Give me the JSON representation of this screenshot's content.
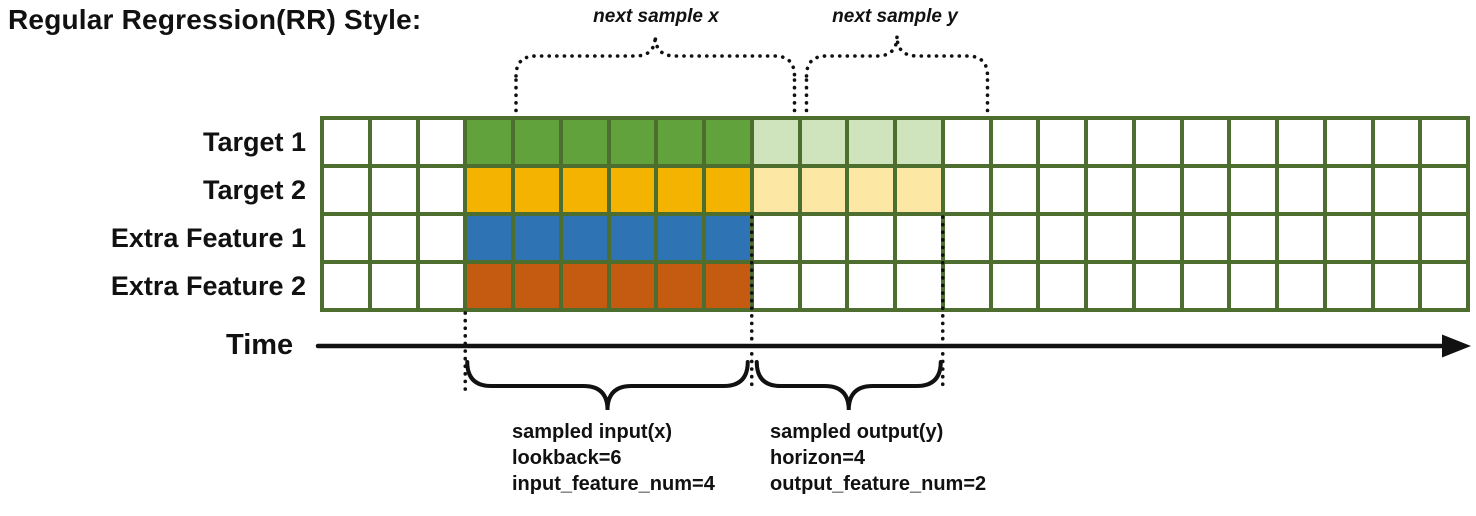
{
  "title": "Regular Regression(RR) Style:",
  "colors": {
    "grid_border": "#4e6e30",
    "line_color": "#111111"
  },
  "grid": {
    "columns": 24,
    "input_start_col": 3,
    "lookback": 6,
    "horizon": 4,
    "rows": [
      {
        "label": "Target 1",
        "input_color": "#61a23c",
        "output_color": "#cfe4bd"
      },
      {
        "label": "Target 2",
        "input_color": "#f3b300",
        "output_color": "#fce8a4"
      },
      {
        "label": "Extra Feature 1",
        "input_color": "#2e74b5",
        "output_color": null
      },
      {
        "label": "Extra Feature 2",
        "input_color": "#c55a11",
        "output_color": null
      }
    ]
  },
  "annotations": {
    "next_sample_x": "next sample x",
    "next_sample_y": "next sample y",
    "time_label": "Time",
    "input_lines": [
      "sampled input(x)",
      "lookback=6",
      "input_feature_num=4"
    ],
    "output_lines": [
      "sampled output(y)",
      "horizon=4",
      "output_feature_num=2"
    ]
  }
}
